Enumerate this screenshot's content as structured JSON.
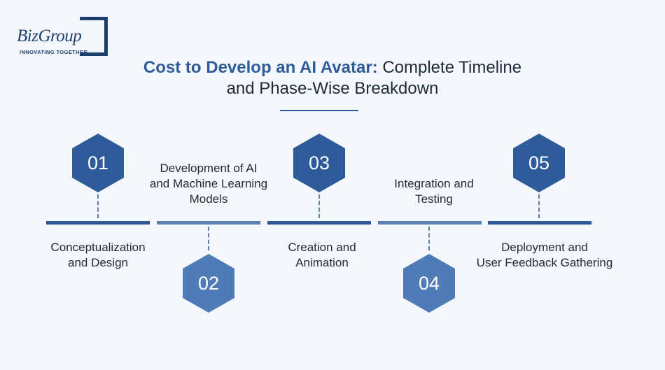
{
  "logo": {
    "name": "BizGroup",
    "tagline": "INNOVATING TOGETHER"
  },
  "title": {
    "accent": "Cost to Develop an AI Avatar:",
    "line1_rest": " Complete Timeline",
    "line2": "and Phase-Wise Breakdown"
  },
  "colors": {
    "dark_blue": "#2e5b9a",
    "light_blue": "#4f7cb6",
    "bar_dark": "#2c5a96",
    "bar_light": "#5a80b4"
  },
  "phases": [
    {
      "number": "01",
      "label_line1": "Conceptualization",
      "label_line2": "and Design"
    },
    {
      "number": "02",
      "label_line1": "Development of AI",
      "label_line2": "and Machine Learning",
      "label_line3": "Models"
    },
    {
      "number": "03",
      "label_line1": "Creation and",
      "label_line2": "Animation"
    },
    {
      "number": "04",
      "label_line1": "Integration and",
      "label_line2": "Testing"
    },
    {
      "number": "05",
      "label_line1": "Deployment and",
      "label_line2": "User Feedback Gathering"
    }
  ]
}
